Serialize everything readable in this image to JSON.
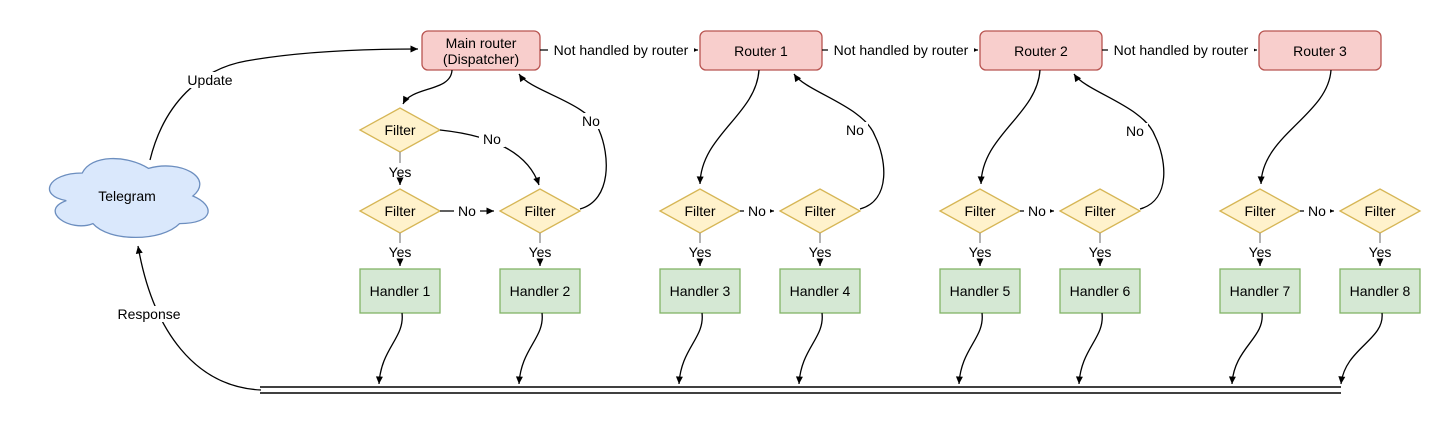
{
  "cloud": {
    "label": "Telegram"
  },
  "dispatcher": {
    "line1": "Main router",
    "line2": "(Dispatcher)"
  },
  "routers": [
    {
      "label": "Router 1"
    },
    {
      "label": "Router 2"
    },
    {
      "label": "Router 3"
    }
  ],
  "handlers": [
    {
      "label": "Handler 1"
    },
    {
      "label": "Handler 2"
    },
    {
      "label": "Handler 3"
    },
    {
      "label": "Handler 4"
    },
    {
      "label": "Handler 5"
    },
    {
      "label": "Handler 6"
    },
    {
      "label": "Handler 7"
    },
    {
      "label": "Handler 8"
    }
  ],
  "labels": {
    "filter": "Filter",
    "yes": "Yes",
    "no": "No",
    "not_handled": "Not handled by router",
    "update": "Update",
    "response": "Response"
  },
  "colors": {
    "router_fill": "#f8cecc",
    "router_stroke": "#b85450",
    "filter_fill": "#fff2cc",
    "filter_stroke": "#d6b656",
    "handler_fill": "#d5e8d4",
    "handler_stroke": "#82b366",
    "cloud_fill": "#dae8fc",
    "cloud_stroke": "#6c8ebf",
    "edge": "#000000",
    "background": "#ffffff"
  }
}
